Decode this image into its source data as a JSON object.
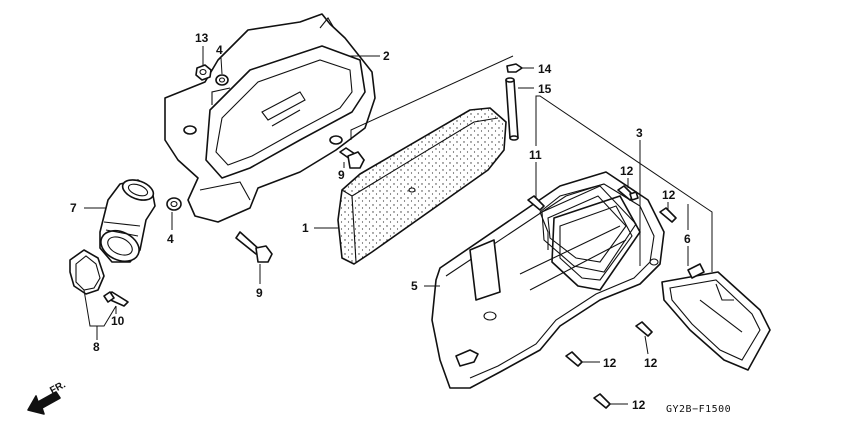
{
  "callouts": {
    "n1": "1",
    "n2": "2",
    "n3": "3",
    "n4a": "4",
    "n4b": "4",
    "n5": "5",
    "n6": "6",
    "n7": "7",
    "n8": "8",
    "n9a": "9",
    "n9b": "9",
    "n10": "10",
    "n11": "11",
    "n12a": "12",
    "n12b": "12",
    "n12c": "12",
    "n12d": "12",
    "n12e": "12",
    "n13": "13",
    "n14": "14",
    "n15": "15"
  },
  "diagram_code": "GY2B−F1500",
  "direction_label": "FR.",
  "colors": {
    "ink": "#111111",
    "paper": "#ffffff"
  }
}
